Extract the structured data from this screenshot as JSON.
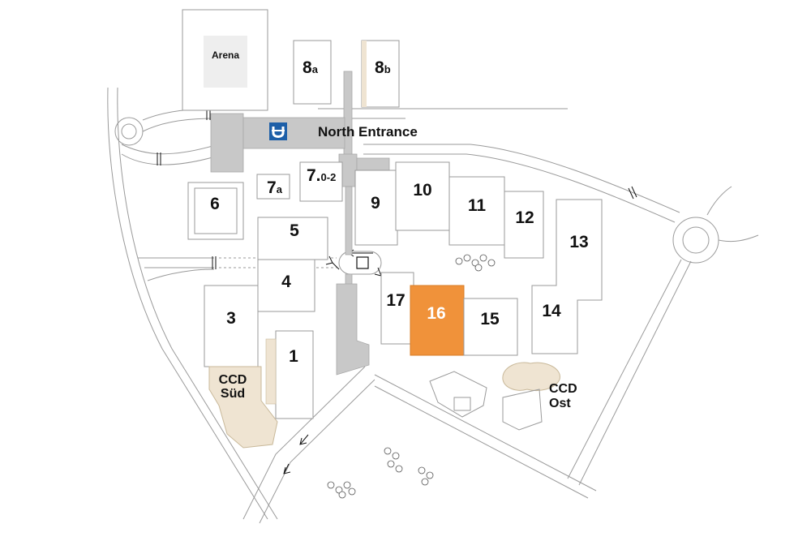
{
  "colors": {
    "highlight": "#f0923a",
    "congress": "#efe4d2",
    "walkway": "#c8c8c8",
    "outline": "#9a9a9a",
    "transit_badge": "#1d5fa8"
  },
  "halls": {
    "arena": "Arena",
    "h8a_num": "8",
    "h8a_sub": "a",
    "h8b_num": "8",
    "h8b_sub": "b",
    "h7a_num": "7",
    "h7a_sub": "a",
    "h7_num": "7.",
    "h7_sub": "0-2",
    "h6": "6",
    "h5": "5",
    "h4": "4",
    "h3": "3",
    "h1": "1",
    "h9": "9",
    "h10": "10",
    "h11": "11",
    "h12": "12",
    "h13": "13",
    "h14": "14",
    "h15": "15",
    "h16": "16",
    "h17": "17"
  },
  "entrance": {
    "label": "North Entrance",
    "transit_icon": "u-bahn-icon"
  },
  "congress": {
    "sued_line1": "CCD",
    "sued_line2": "Süd",
    "ost_line1": "CCD",
    "ost_line2": "Ost"
  }
}
